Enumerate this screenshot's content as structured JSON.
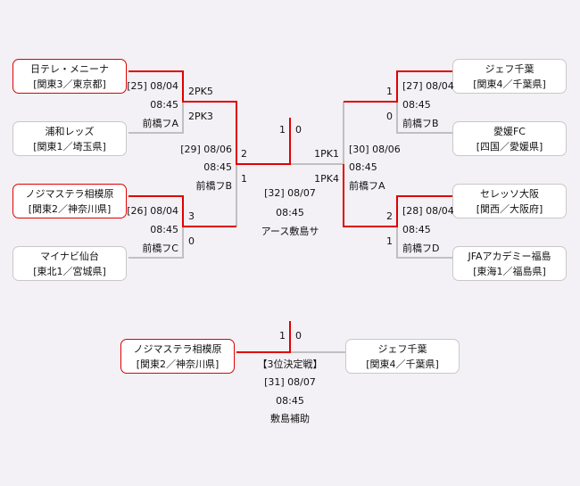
{
  "colors": {
    "win_line": "#e00000",
    "lose_line": "#c0c0c0",
    "background": "#f3f1f5"
  },
  "teams": {
    "l1": {
      "name": "日テレ・メニーナ",
      "region": "[関東3／東京都]"
    },
    "l2": {
      "name": "浦和レッズ",
      "region": "[関東1／埼玉県]"
    },
    "l3": {
      "name": "ノジマステラ相模原",
      "region": "[関東2／神奈川県]"
    },
    "l4": {
      "name": "マイナビ仙台",
      "region": "[東北1／宮城県]"
    },
    "r1": {
      "name": "ジェフ千葉",
      "region": "[関東4／千葉県]"
    },
    "r2": {
      "name": "愛媛FC",
      "region": "[四国／愛媛県]"
    },
    "r3": {
      "name": "セレッソ大阪",
      "region": "[関西／大阪府]"
    },
    "r4": {
      "name": "JFAアカデミー福島",
      "region": "[東海1／福島県]"
    },
    "t1": {
      "name": "ノジマステラ相模原",
      "region": "[関東2／神奈川県]"
    },
    "t2": {
      "name": "ジェフ千葉",
      "region": "[関東4／千葉県]"
    }
  },
  "matches": {
    "m25": {
      "label": "[25] 08/04",
      "time": "08:45",
      "venue": "前橋フA",
      "score_top": "2PK5",
      "score_bottom": "2PK3"
    },
    "m26": {
      "label": "[26] 08/04",
      "time": "08:45",
      "venue": "前橋フC",
      "score_top": "3",
      "score_bottom": "0"
    },
    "m27": {
      "label": "[27] 08/04",
      "time": "08:45",
      "venue": "前橋フB",
      "score_top": "1",
      "score_bottom": "0"
    },
    "m28": {
      "label": "[28] 08/04",
      "time": "08:45",
      "venue": "前橋フD",
      "score_top": "2",
      "score_bottom": "1"
    },
    "m29": {
      "label": "[29] 08/06",
      "time": "08:45",
      "venue": "前橋フB",
      "score_top": "2",
      "score_bottom": "1"
    },
    "m30": {
      "label": "[30] 08/06",
      "time": "08:45",
      "venue": "前橋フA",
      "score_top": "1PK1",
      "score_bottom": "1PK4"
    },
    "m32": {
      "label": "[32] 08/07",
      "time": "08:45",
      "venue": "アース敷島サ",
      "score_left": "1",
      "score_right": "0"
    },
    "m31": {
      "title": "【3位決定戦】",
      "label": "[31] 08/07",
      "time": "08:45",
      "venue": "敷島補助",
      "score_left": "1",
      "score_right": "0"
    }
  }
}
